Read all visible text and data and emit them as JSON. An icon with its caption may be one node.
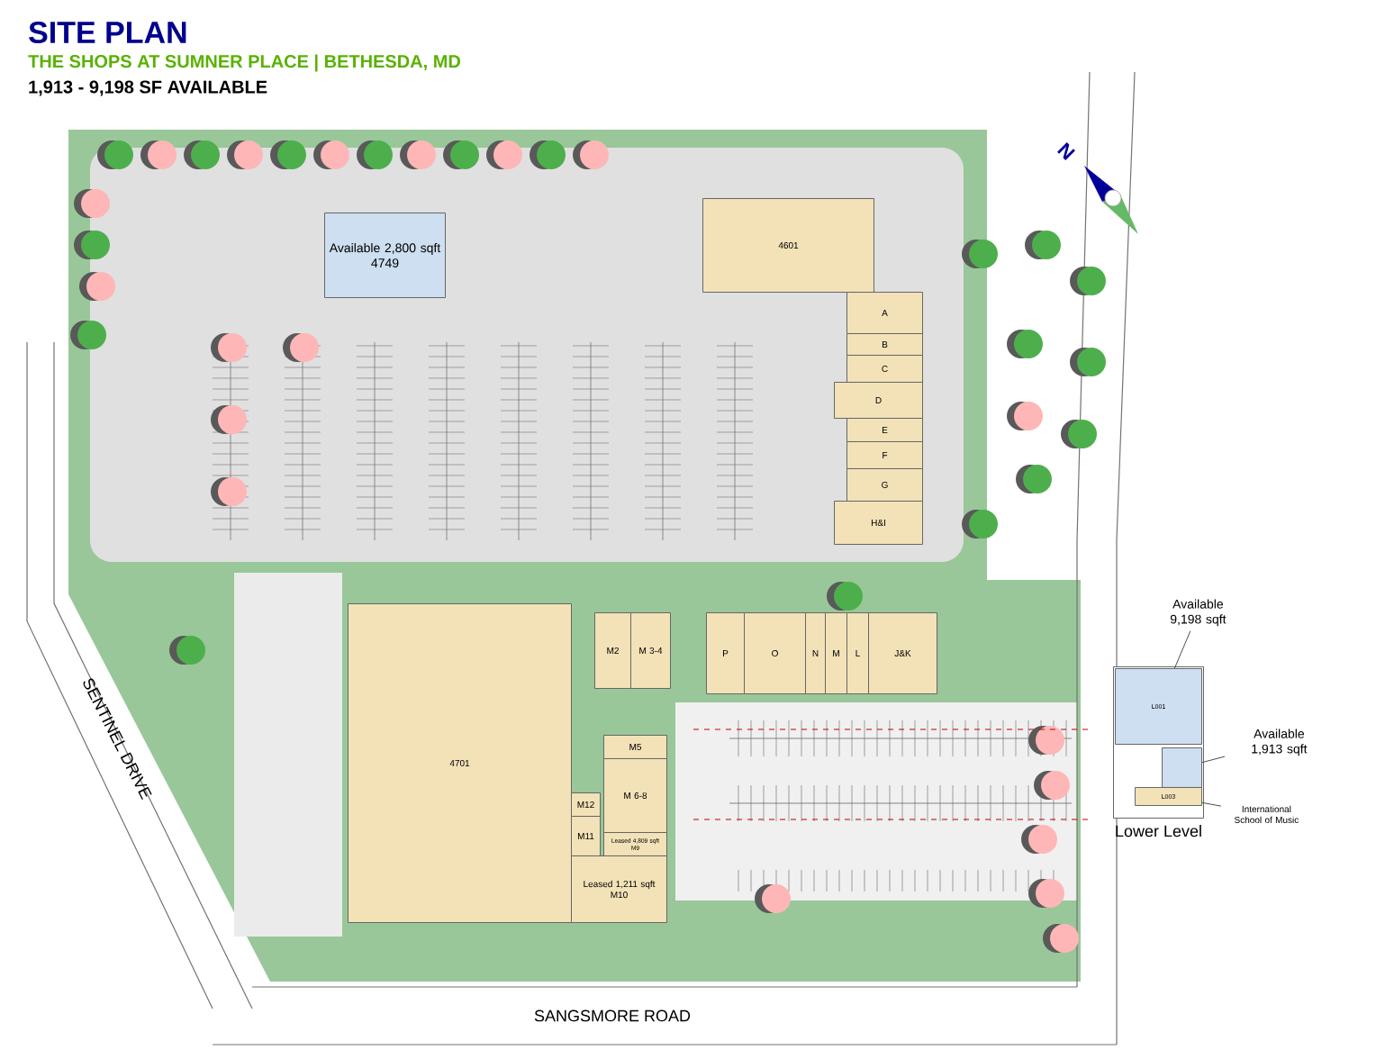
{
  "diagram": {
    "title": "SITE PLAN",
    "nodes": [
      {
        "text": [
          "Available 2,800 sqft",
          "4749"
        ]
      },
      {
        "text": [
          "4601"
        ]
      },
      {
        "text": [
          "A"
        ]
      },
      {
        "text": [
          "B"
        ]
      },
      {
        "text": [
          "C"
        ]
      },
      {
        "text": [
          "D"
        ]
      },
      {
        "text": [
          "E"
        ]
      },
      {
        "text": [
          "F"
        ]
      },
      {
        "text": [
          "G"
        ]
      },
      {
        "text": [
          "H&I"
        ]
      },
      {
        "text": [
          "4701"
        ]
      },
      {
        "text": [
          "M2"
        ]
      },
      {
        "text": [
          "M 3-4"
        ]
      },
      {
        "text": [
          "M5"
        ]
      },
      {
        "text": [
          "M 6-8"
        ]
      },
      {
        "text": [
          "M12"
        ]
      },
      {
        "text": [
          "M11"
        ]
      },
      {
        "text": [
          "Leased 4,809 sqft",
          "M9"
        ]
      },
      {
        "text": [
          "Leased 1,211 sqft",
          "M10"
        ]
      },
      {
        "text": [
          "P"
        ]
      },
      {
        "text": [
          "O"
        ]
      },
      {
        "text": [
          "N"
        ]
      },
      {
        "text": [
          "M"
        ]
      },
      {
        "text": [
          "L"
        ]
      },
      {
        "text": [
          "J&K"
        ]
      },
      {
        "text": [
          "Lower Level"
        ]
      },
      {
        "text": [
          "L001"
        ],
        "in": 25
      },
      {
        "text": [],
        "shape": "box",
        "in": 25
      },
      {
        "text": [
          "L003"
        ],
        "in": 25
      },
      {
        "text": [
          "Available 9,198 sqft"
        ]
      },
      {
        "text": [
          "Available 1,913 sqft"
        ]
      },
      {
        "text": [
          "International School of Music"
        ]
      }
    ],
    "edges": [
      {
        "from": 29,
        "to": 26,
        "arrow": "none"
      },
      {
        "from": 30,
        "to": 27,
        "arrow": "none"
      },
      {
        "from": 31,
        "to": 28,
        "arrow": "none"
      }
    ],
    "labels": [
      "THE SHOPS AT SUMNER PLACE | BETHESDA, MD",
      "1,913 - 9,198 SF AVAILABLE",
      "N",
      "SENTINEL DRIVE",
      "SANGSMORE ROAD"
    ]
  }
}
